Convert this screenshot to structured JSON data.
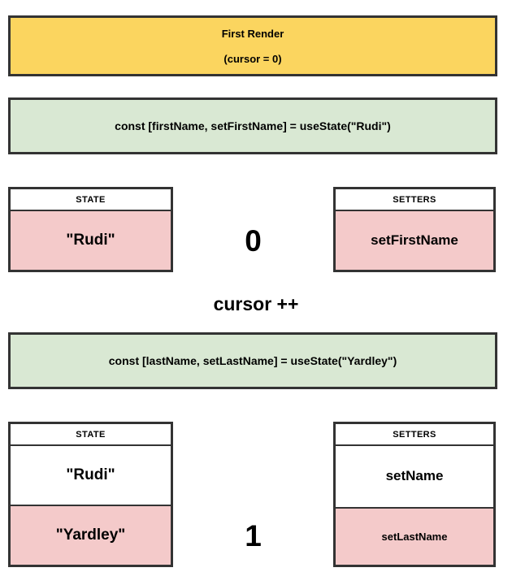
{
  "banner": {
    "title": "First Render",
    "subtitle": "(cursor = 0)"
  },
  "code_blocks": {
    "first": "const [firstName, setFirstName] = useState(\"Rudi\")",
    "second": "const [lastName, setLastName] = useState(\"Yardley\")"
  },
  "render1": {
    "state_table": {
      "header": "STATE",
      "row1": "\"Rudi\""
    },
    "setters_table": {
      "header": "SETTERS",
      "row1": "setFirstName"
    },
    "cursor_value": "0"
  },
  "cursor_increment_label": "cursor ++",
  "render2": {
    "state_table": {
      "header": "STATE",
      "row1": "\"Rudi\"",
      "row2": "\"Yardley\""
    },
    "setters_table": {
      "header": "SETTERS",
      "row1": "setName",
      "row2": "setLastName"
    },
    "cursor_value": "1"
  },
  "colors": {
    "yellow": "#fbd55f",
    "green": "#d9e8d3",
    "pink": "#f4caca",
    "border": "#333333"
  }
}
